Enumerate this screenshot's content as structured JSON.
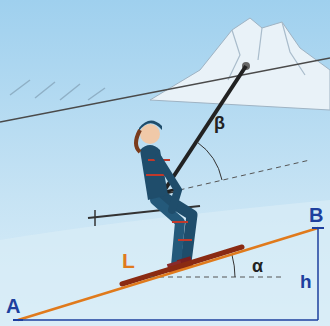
{
  "diagram": {
    "labels": [
      "A",
      "B",
      "L",
      "h",
      "α",
      "β"
    ]
  }
}
